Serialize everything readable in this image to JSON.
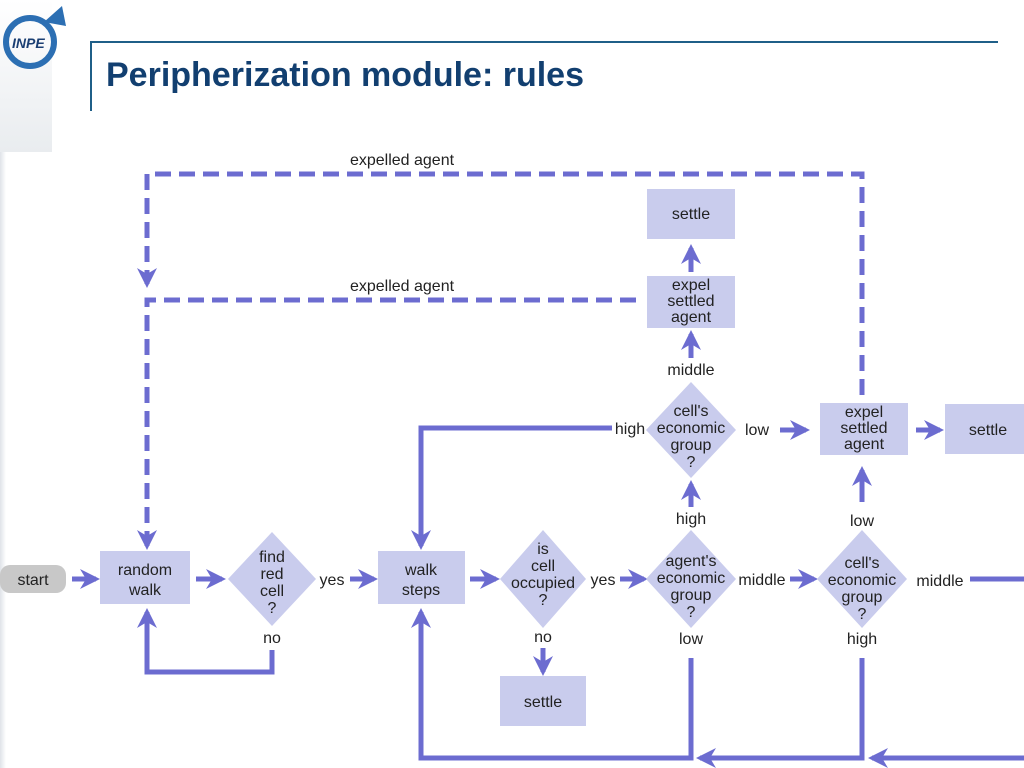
{
  "title": "Peripherization module: rules",
  "logo": {
    "text": "INPE",
    "colors": {
      "ring": "#2c6fb3",
      "text": "#1b3f73"
    }
  },
  "colors": {
    "accent": "#6c6cd0",
    "box_fill": "#c9cced",
    "start_fill": "#c8c8c8",
    "title_color": "#123f70"
  },
  "nodes": {
    "start": "start",
    "random_walk": [
      "random",
      "walk"
    ],
    "find_red_cell": [
      "find",
      "red",
      "cell",
      "?"
    ],
    "walk_steps": [
      "walk",
      "steps"
    ],
    "is_cell_occupied": [
      "is",
      "cell",
      "occupied",
      "?"
    ],
    "settle_bottom": "settle",
    "agents_group": [
      "agent's",
      "economic",
      "group",
      "?"
    ],
    "cells_group_right": [
      "cell's",
      "economic",
      "group",
      "?"
    ],
    "cells_group_top": [
      "cell's",
      "economic",
      "group",
      "?"
    ],
    "expel_top": [
      "expel",
      "settled",
      "agent"
    ],
    "settle_top": "settle",
    "expel_right": [
      "expel",
      "settled",
      "agent"
    ],
    "settle_right": "settle"
  },
  "labels": {
    "expelled_top": "expelled agent",
    "expelled_mid": "expelled agent",
    "yes_1": "yes",
    "no_1": "no",
    "yes_2": "yes",
    "no_2": "no",
    "middle_1": "middle",
    "high_1": "high",
    "low_1": "low",
    "middle_2": "middle",
    "low_2": "low",
    "high_2": "high",
    "high_3": "high",
    "low_3": "low",
    "middle_3": "middle"
  }
}
